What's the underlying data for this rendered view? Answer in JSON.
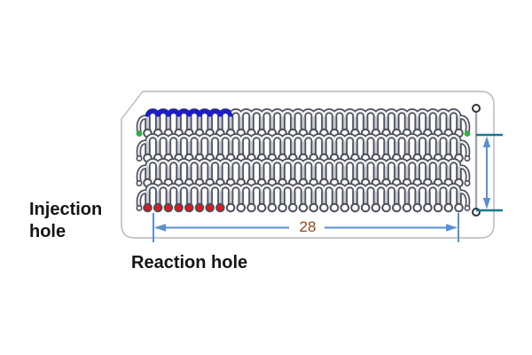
{
  "labels": {
    "injection_line1": "Injection",
    "injection_line2": "hole",
    "reaction_hole": "Reaction hole"
  },
  "dimensions": {
    "width_label": "28"
  },
  "chip": {
    "rows": [
      {
        "name": "row-1",
        "holes": 31,
        "filled_arc_count": 8,
        "filled_arc_color": "#1b1bd0",
        "filled_hole_count": 0,
        "filled_hole_color": "#e91414",
        "end_dot": {
          "color": "#2fae3f",
          "filled": true
        }
      },
      {
        "name": "row-2",
        "holes": 31,
        "filled_arc_count": 0,
        "filled_arc_color": "#1b1bd0",
        "filled_hole_count": 0,
        "filled_hole_color": "#e91414",
        "end_dot": {
          "color": "#ffffff",
          "filled": false
        }
      },
      {
        "name": "row-3",
        "holes": 31,
        "filled_arc_count": 0,
        "filled_arc_color": "#1b1bd0",
        "filled_hole_count": 0,
        "filled_hole_color": "#e91414",
        "end_dot": {
          "color": "#ffffff",
          "filled": false
        }
      },
      {
        "name": "row-4",
        "holes": 31,
        "filled_arc_count": 0,
        "filled_arc_color": "#1b1bd0",
        "filled_hole_count": 8,
        "filled_hole_color": "#e91414",
        "end_dot": {
          "color": "#ffffff",
          "filled": false
        }
      }
    ],
    "alignment_holes": 2,
    "colors": {
      "outline": "#b5b7bb",
      "channel_dark": "#4d4f5a",
      "channel_light": "#f0f1f4",
      "stem_light": "#c6cad3",
      "blue_fill": "#1b1bd0",
      "red_fill": "#e91414",
      "green_dot": "#2fae3f",
      "dim_blue": "#5b8fd2",
      "tick_teal": "#17798f",
      "dim_text_brown": "#8b4513",
      "post_gray": "#a2a6ad",
      "post_ring": "#33333c"
    }
  }
}
